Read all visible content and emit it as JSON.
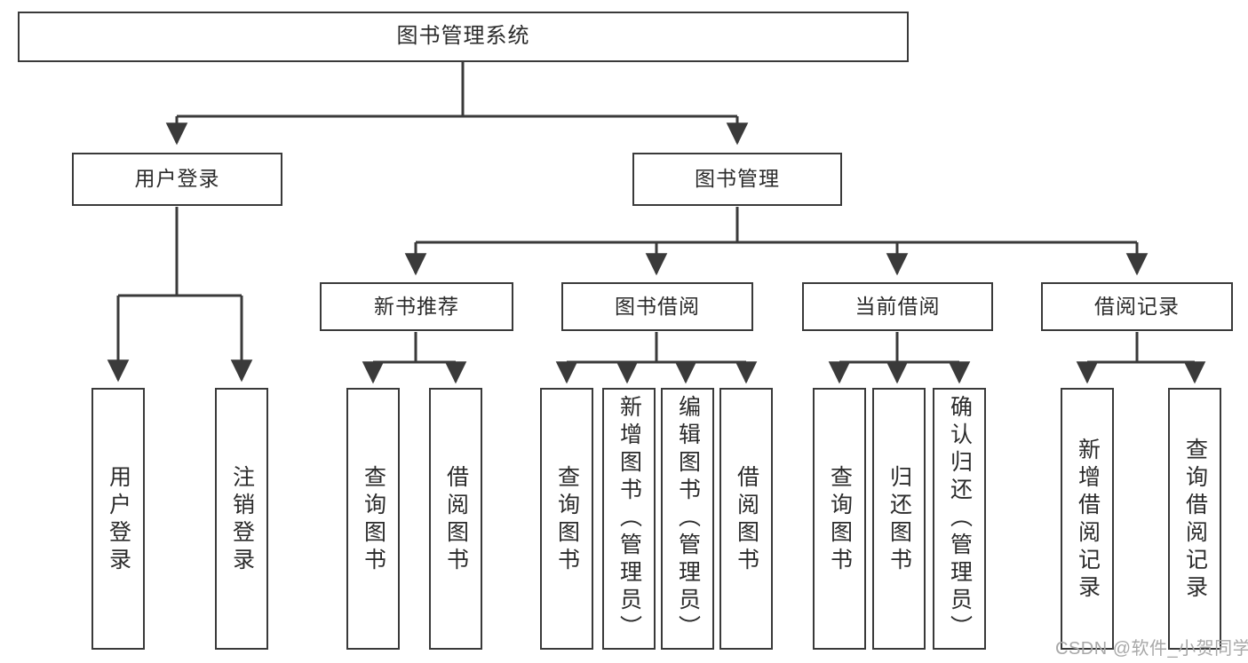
{
  "diagram": {
    "type": "tree-hierarchy-chart",
    "title": "图书管理系统",
    "stroke_color": "#3a3a3a",
    "text_color": "#2b2b2b",
    "background_color": "#ffffff",
    "root": {
      "label": "图书管理系统"
    },
    "level2": [
      {
        "label": "用户登录"
      },
      {
        "label": "图书管理"
      }
    ],
    "level3": [
      {
        "label": "新书推荐"
      },
      {
        "label": "图书借阅"
      },
      {
        "label": "当前借阅"
      },
      {
        "label": "借阅记录"
      }
    ],
    "leaves": {
      "user_login": [
        {
          "label": "用户登录"
        },
        {
          "label": "注销登录"
        }
      ],
      "new_book_recommend": [
        {
          "label": "查询图书"
        },
        {
          "label": "借阅图书"
        }
      ],
      "book_borrow": [
        {
          "label": "查询图书"
        },
        {
          "label": "新增图书（管理员）"
        },
        {
          "label": "编辑图书（管理员）"
        },
        {
          "label": "借阅图书"
        }
      ],
      "current_borrow": [
        {
          "label": "查询图书"
        },
        {
          "label": "归还图书"
        },
        {
          "label": "确认归还（管理员）"
        }
      ],
      "borrow_record": [
        {
          "label": "新增借阅记录"
        },
        {
          "label": "查询借阅记录"
        }
      ]
    },
    "watermark": "CSDN @软件_小贺同学"
  },
  "chart_data": {
    "type": "table",
    "title": "图书管理系统",
    "nodes": [
      {
        "id": "root",
        "label": "图书管理系统",
        "level": 0,
        "parent": null
      },
      {
        "id": "user-login",
        "label": "用户登录",
        "level": 1,
        "parent": "root"
      },
      {
        "id": "book-manage",
        "label": "图书管理",
        "level": 1,
        "parent": "root"
      },
      {
        "id": "new-book",
        "label": "新书推荐",
        "level": 2,
        "parent": "book-manage"
      },
      {
        "id": "book-borrow",
        "label": "图书借阅",
        "level": 2,
        "parent": "book-manage"
      },
      {
        "id": "current-borrow",
        "label": "当前借阅",
        "level": 2,
        "parent": "book-manage"
      },
      {
        "id": "borrow-record",
        "label": "借阅记录",
        "level": 2,
        "parent": "book-manage"
      },
      {
        "id": "l1",
        "label": "用户登录",
        "level": 2,
        "parent": "user-login"
      },
      {
        "id": "l2",
        "label": "注销登录",
        "level": 2,
        "parent": "user-login"
      },
      {
        "id": "l3",
        "label": "查询图书",
        "level": 3,
        "parent": "new-book"
      },
      {
        "id": "l4",
        "label": "借阅图书",
        "level": 3,
        "parent": "new-book"
      },
      {
        "id": "l5",
        "label": "查询图书",
        "level": 3,
        "parent": "book-borrow"
      },
      {
        "id": "l6",
        "label": "新增图书（管理员）",
        "level": 3,
        "parent": "book-borrow"
      },
      {
        "id": "l7",
        "label": "编辑图书（管理员）",
        "level": 3,
        "parent": "book-borrow"
      },
      {
        "id": "l8",
        "label": "借阅图书",
        "level": 3,
        "parent": "book-borrow"
      },
      {
        "id": "l9",
        "label": "查询图书",
        "level": 3,
        "parent": "current-borrow"
      },
      {
        "id": "l10",
        "label": "归还图书",
        "level": 3,
        "parent": "current-borrow"
      },
      {
        "id": "l11",
        "label": "确认归还（管理员）",
        "level": 3,
        "parent": "current-borrow"
      },
      {
        "id": "l12",
        "label": "新增借阅记录",
        "level": 3,
        "parent": "borrow-record"
      },
      {
        "id": "l13",
        "label": "查询借阅记录",
        "level": 3,
        "parent": "borrow-record"
      }
    ]
  }
}
